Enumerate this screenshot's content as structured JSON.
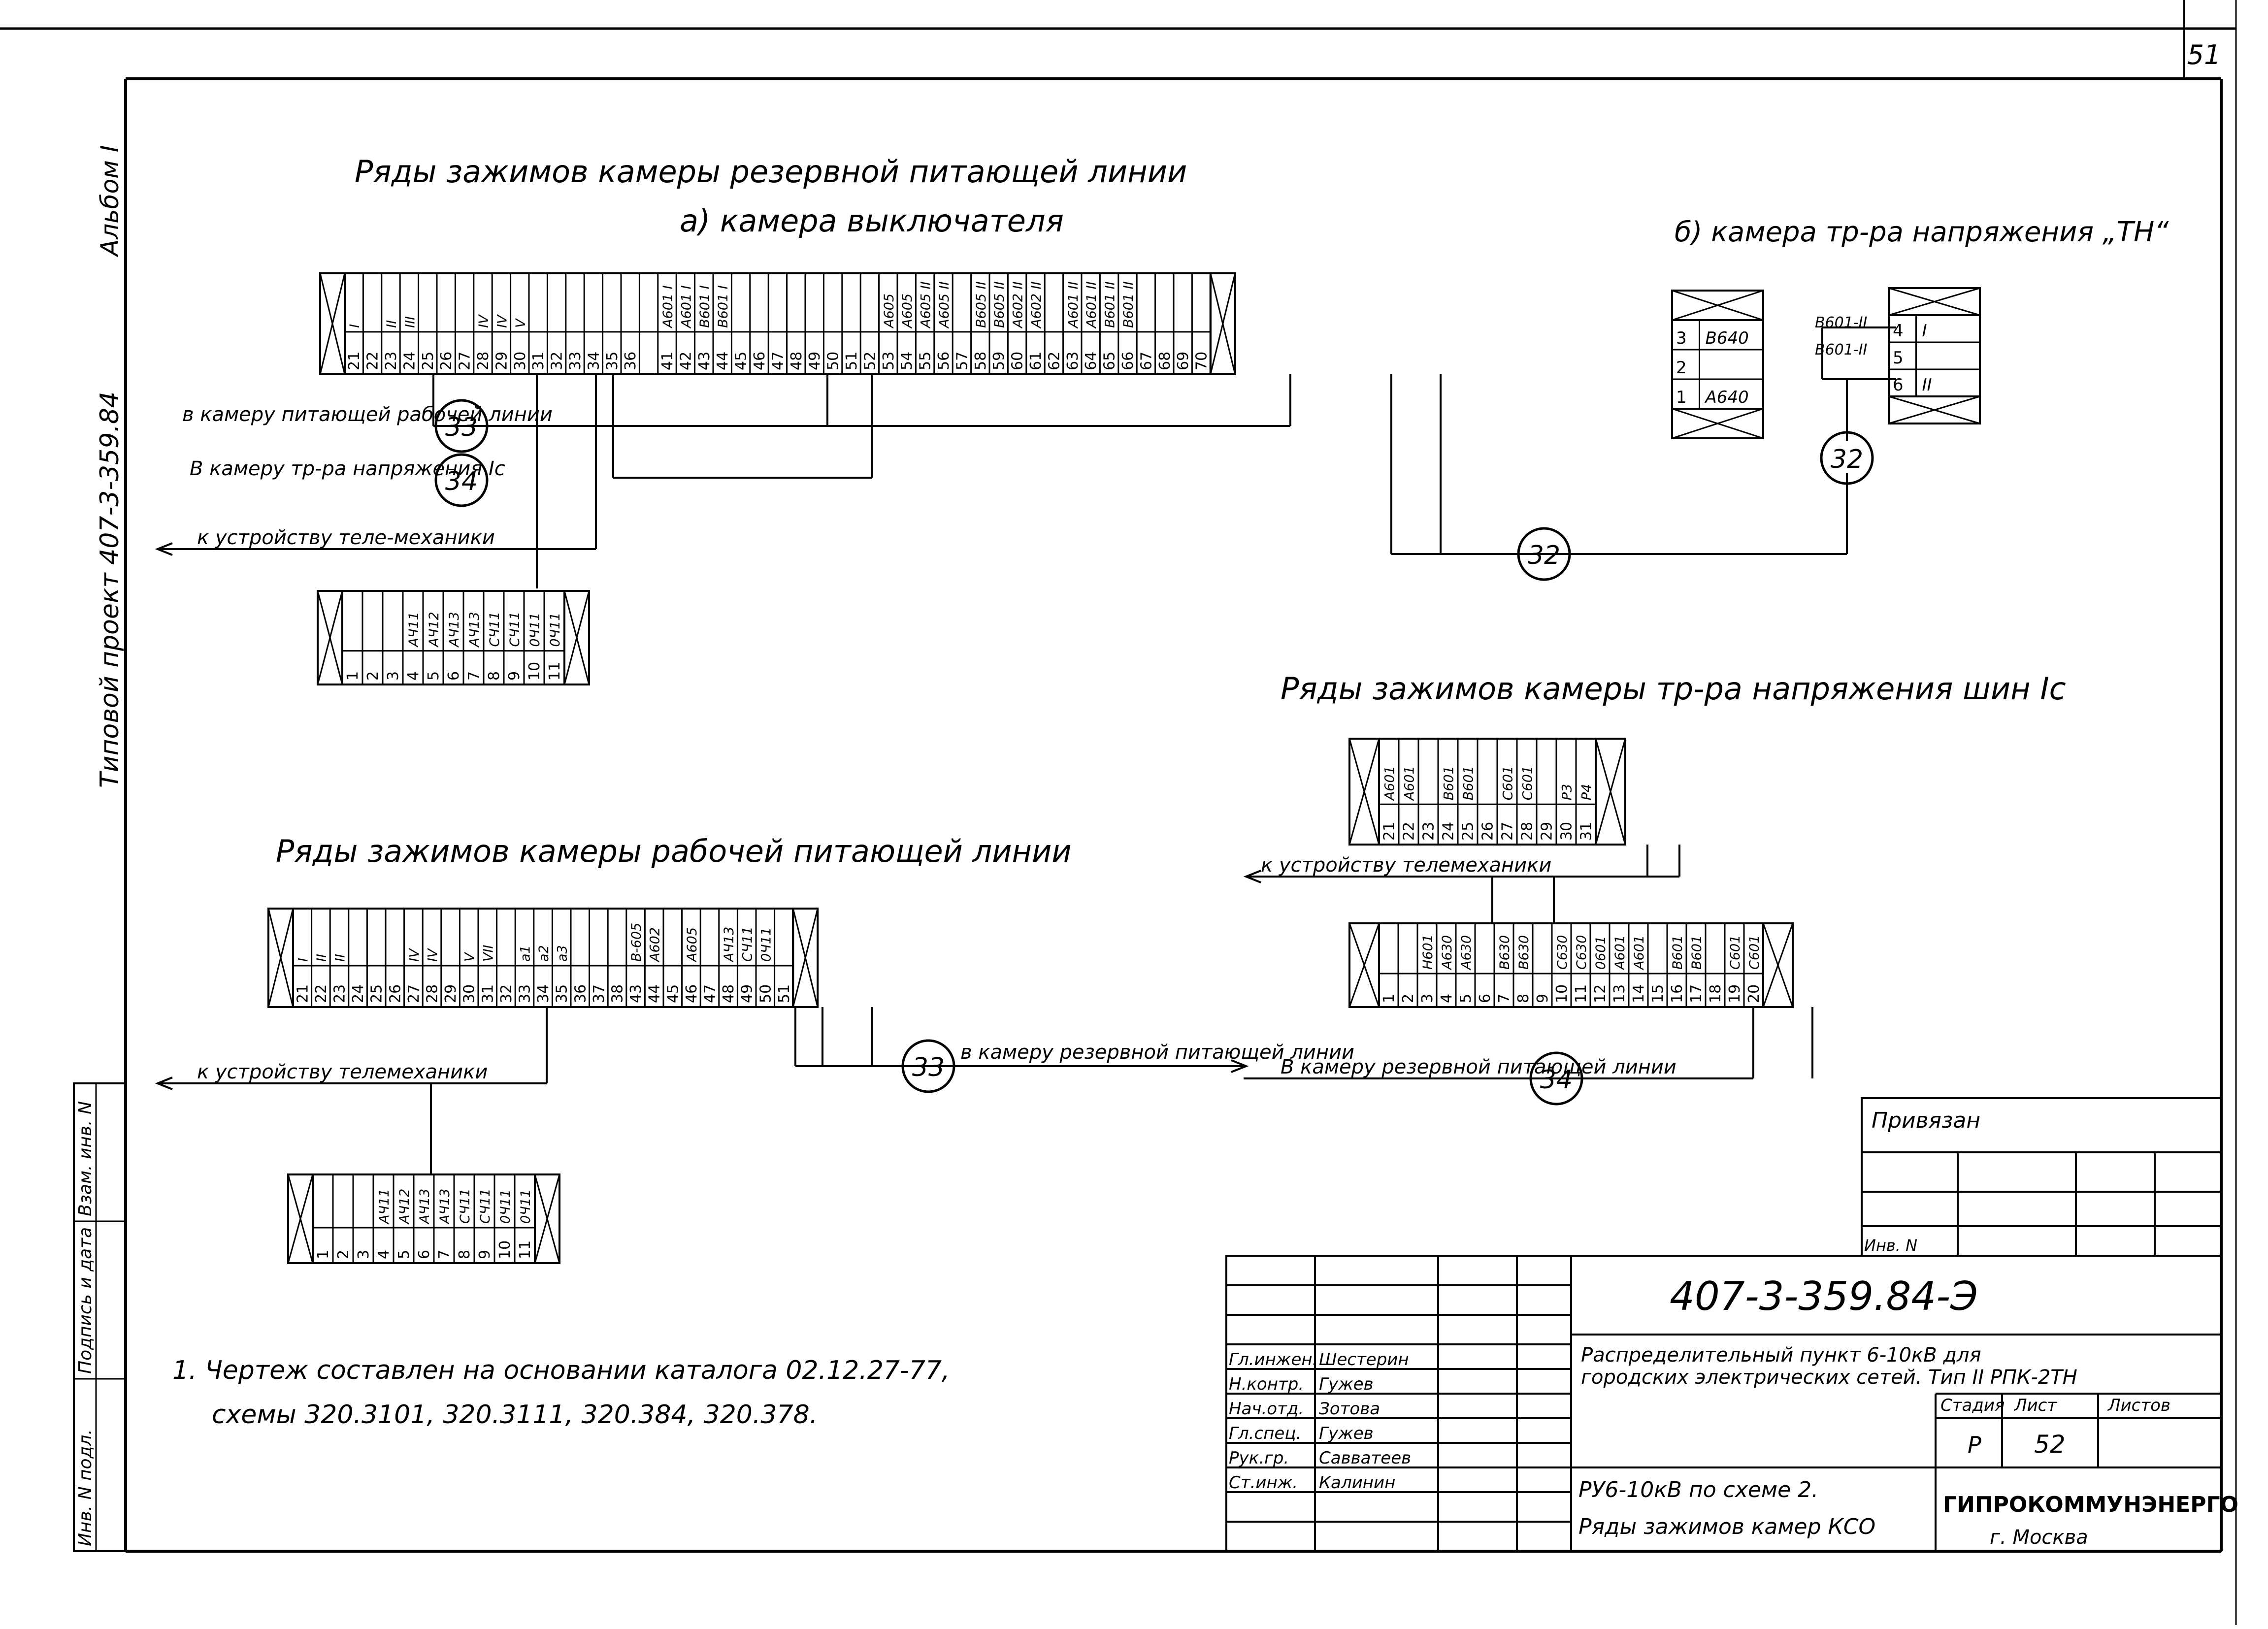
{
  "sheet": {
    "page_number": "51",
    "album": "Альбом I",
    "typical_project": "Типовой проект 407-3-359.84",
    "side_labels": [
      "Инв. N подл.",
      "Подпись и дата",
      "Взам. инв. N"
    ]
  },
  "headings": {
    "reserve_main": "Ряды зажимов камеры резервной питающей линии",
    "breaker_sub": "а) камера выключателя",
    "vt_sub": "б) камера тр-ра напряжения „ТН“",
    "vt_bus": "Ряды зажимов камеры тр-ра напряжения шин Ic",
    "working": "Ряды зажимов камеры рабочей питающей линии"
  },
  "strips": {
    "breaker": {
      "numbers": [
        "21",
        "22",
        "23",
        "24",
        "25",
        "26",
        "27",
        "28",
        "29",
        "30",
        "31",
        "32",
        "33",
        "34",
        "35",
        "36",
        "",
        "41",
        "42",
        "43",
        "44",
        "45",
        "46",
        "47",
        "48",
        "49",
        "50",
        "51",
        "52",
        "53",
        "54",
        "55",
        "56",
        "57",
        "58",
        "59",
        "60",
        "61",
        "62",
        "63",
        "64",
        "65",
        "66",
        "67",
        "68",
        "69",
        "70"
      ],
      "labels": [
        "I",
        "",
        "II",
        "III",
        "",
        "",
        "",
        "IV",
        "IV",
        "V",
        "",
        "",
        "",
        "",
        "",
        "",
        "",
        "A601 I",
        "A601 I",
        "B601 I",
        "B601 I",
        "",
        "",
        "",
        "",
        "",
        "",
        "",
        "",
        "A605",
        "A605",
        "A605 II",
        "A605 II",
        "",
        "B605 II",
        "B605 II",
        "A602 II",
        "A602 II",
        "",
        "A601 II",
        "A601 II",
        "B601 II",
        "B601 II",
        "",
        "",
        "",
        ""
      ]
    },
    "tele_top": {
      "numbers": [
        "1",
        "2",
        "3",
        "4",
        "5",
        "6",
        "7",
        "8",
        "9",
        "10",
        "11"
      ],
      "labels": [
        "",
        "",
        "",
        "AЧ11",
        "AЧ12",
        "AЧ13",
        "AЧ13",
        "CЧ11",
        "CЧ11",
        "0Ч11",
        "0Ч11"
      ]
    },
    "vt_small": {
      "numbers": [
        "3",
        "2",
        "1"
      ],
      "labels": [
        "B640",
        "",
        "A640"
      ]
    },
    "vt_right": {
      "numbers": [
        "4",
        "5",
        "6"
      ],
      "labels": [
        "I",
        "",
        "II"
      ],
      "wires": [
        "B601-II",
        "B601-II"
      ]
    },
    "vt_upper": {
      "numbers": [
        "21",
        "22",
        "23",
        "24",
        "25",
        "26",
        "27",
        "28",
        "29",
        "30",
        "31"
      ],
      "labels": [
        "A601",
        "A601",
        "",
        "B601",
        "B601",
        "",
        "C601",
        "C601",
        "",
        "P3",
        "P4"
      ]
    },
    "vt_lower": {
      "numbers": [
        "1",
        "2",
        "3",
        "4",
        "5",
        "6",
        "7",
        "8",
        "9",
        "10",
        "11",
        "12",
        "13",
        "14",
        "15",
        "16",
        "17",
        "18",
        "19",
        "20"
      ],
      "labels": [
        "",
        "",
        "H601",
        "A630",
        "A630",
        "",
        "B630",
        "B630",
        "",
        "C630",
        "C630",
        "0601",
        "A601",
        "A601",
        "",
        "B601",
        "B601",
        "",
        "C601",
        "C601"
      ]
    },
    "working": {
      "numbers": [
        "21",
        "22",
        "23",
        "24",
        "25",
        "26",
        "27",
        "28",
        "29",
        "30",
        "31",
        "32",
        "33",
        "34",
        "35",
        "36",
        "37",
        "38",
        "43",
        "44",
        "45",
        "46",
        "47",
        "48",
        "49",
        "50",
        "51"
      ],
      "labels": [
        "I",
        "II",
        "II",
        "",
        "",
        "",
        "IV",
        "IV",
        "",
        "V",
        "VII",
        "",
        "a1",
        "a2",
        "a3",
        "",
        "",
        "",
        "B-605",
        "A602",
        "",
        "A605",
        "",
        "AЧ13",
        "CЧ11",
        "0Ч11",
        ""
      ]
    },
    "tele_bottom": {
      "numbers": [
        "1",
        "2",
        "3",
        "4",
        "5",
        "6",
        "7",
        "8",
        "9",
        "10",
        "11"
      ],
      "labels": [
        "",
        "",
        "",
        "AЧ11",
        "AЧ12",
        "AЧ13",
        "AЧ13",
        "CЧ11",
        "CЧ11",
        "0Ч11",
        "0Ч11"
      ]
    }
  },
  "connections": {
    "to_working_feeder": "в камеру питающей рабочей линии",
    "to_vt": "В камеру тр-ра напряжения Ic",
    "to_telemech_1": "к устройству теле-механики",
    "to_telemech_2": "к устройству телемеханики",
    "to_telemech_3": "к устройству телемеханики",
    "to_reserve_1": "в камеру резервной питающей линии",
    "to_reserve_2": "В камеру резервной питающей линии",
    "cable_33": "33",
    "cable_34": "34",
    "cable_32": "32"
  },
  "note": {
    "line1": "1. Чертеж составлен на основании каталога 02.12.27-77,",
    "line2": "схемы 320.3101, 320.3111, 320.384, 320.378."
  },
  "title_block": {
    "attached": "Привязан",
    "inv_no": "Инв. N",
    "doc_code": "407-3-359.84-Э",
    "project_line1": "Распределительный пункт 6-10кВ для",
    "project_line2": "городских электрических сетей. Тип II РПК-2ТН",
    "sheet_title1": "РУ6-10кВ по схеме 2.",
    "sheet_title2": "Ряды зажимов камер КСО",
    "stage_label": "Стадия",
    "sheet_label": "Лист",
    "sheets_label": "Листов",
    "stage": "Р",
    "sheet_no": "52",
    "org": "ГИПРОКОММУНЭНЕРГО",
    "city": "г. Москва",
    "staff": [
      {
        "role": "Гл.инжен.",
        "name": "Шестерин"
      },
      {
        "role": "Н.контр.",
        "name": "Гужев"
      },
      {
        "role": "Нач.отд.",
        "name": "Зотова"
      },
      {
        "role": "Гл.спец.",
        "name": "Гужев"
      },
      {
        "role": "Рук.гр.",
        "name": "Савватеев"
      },
      {
        "role": "Ст.инж.",
        "name": "Калинин"
      }
    ]
  }
}
